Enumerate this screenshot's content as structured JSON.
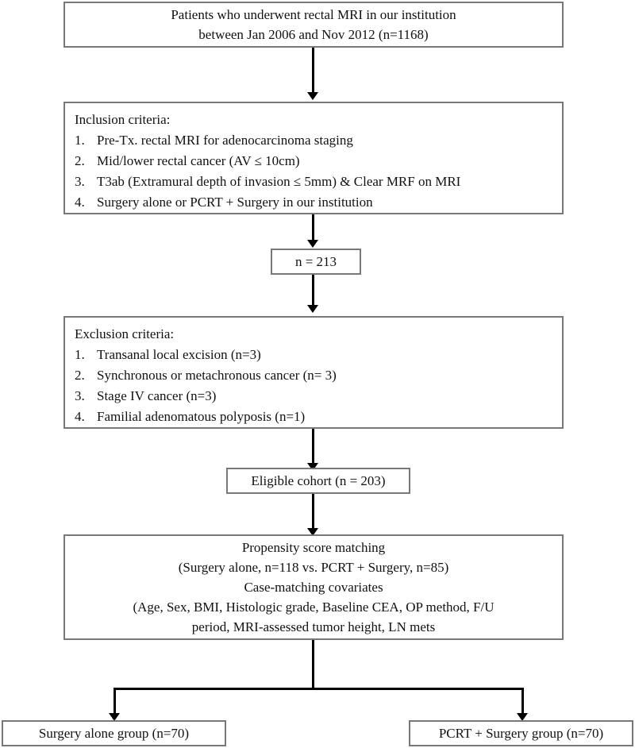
{
  "diagram": {
    "title": "Patient selection flowchart",
    "accent_color": "#787878",
    "arrow_color": "#000000",
    "background": "#ffffff"
  },
  "nodes": {
    "enrollment": {
      "line1": "Patients who underwent rectal MRI in our institution",
      "line2": "between Jan 2006 and Nov 2012 (n=1168)"
    },
    "inclusion": {
      "heading": "Inclusion criteria:",
      "items": [
        {
          "num": "1.",
          "text": "Pre-Tx. rectal MRI for adenocarcinoma staging"
        },
        {
          "num": "2.",
          "text": "Mid/lower rectal cancer (AV ≤ 10cm)"
        },
        {
          "num": "3.",
          "text": "T3ab (Extramural depth of invasion ≤ 5mm) & Clear MRF on MRI"
        },
        {
          "num": "4.",
          "text": "Surgery alone or PCRT + Surgery in our institution"
        }
      ]
    },
    "count_after_inclusion": {
      "label": "n = 213"
    },
    "exclusion": {
      "heading": "Exclusion criteria:",
      "items": [
        {
          "num": "1.",
          "text": "Transanal local excision (n=3)"
        },
        {
          "num": "2.",
          "text": "Synchronous or metachronous cancer (n= 3)"
        },
        {
          "num": "3.",
          "text": "Stage IV cancer (n=3)"
        },
        {
          "num": "4.",
          "text": "Familial adenomatous polyposis (n=1)"
        }
      ]
    },
    "eligible_cohort": {
      "label": "Eligible cohort (n = 203)"
    },
    "matching": {
      "line1": "Propensity score matching",
      "line2": "(Surgery alone, n=118 vs. PCRT + Surgery, n=85)",
      "line3": "Case-matching covariates",
      "line4": "(Age, Sex, BMI, Histologic grade, Baseline CEA, OP method, F/U",
      "line5": "period, MRI-assessed tumor height, LN mets"
    },
    "group_left": {
      "label": "Surgery alone group (n=70)"
    },
    "group_right": {
      "label": "PCRT + Surgery group (n=70)"
    }
  }
}
